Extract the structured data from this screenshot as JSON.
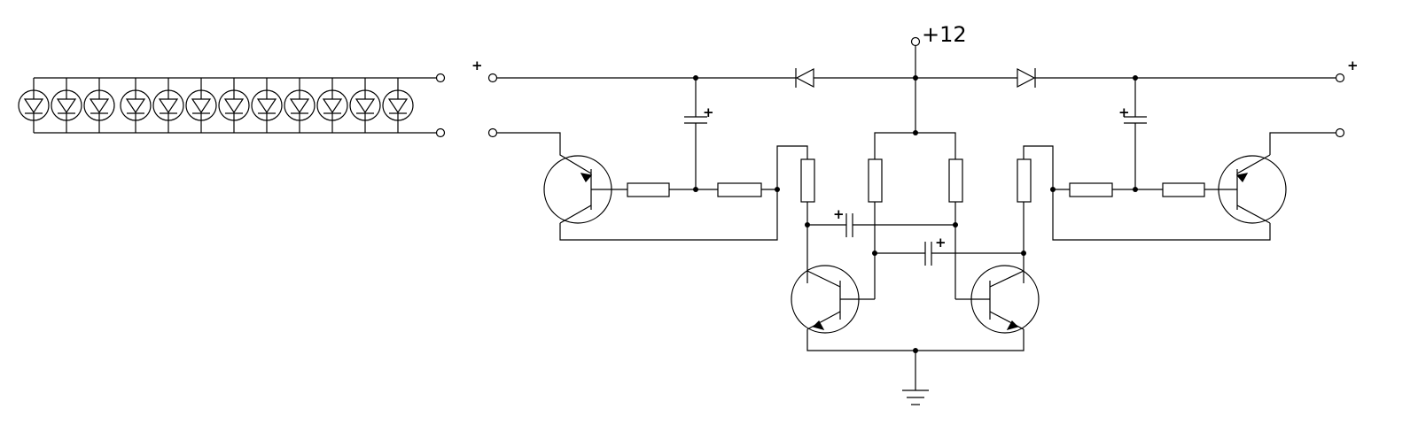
{
  "labels": {
    "supply": "+12",
    "plus_in": "+",
    "plus_out": "+",
    "cap_plus": "+"
  },
  "colors": {
    "ink": "#000000",
    "background": "#ffffff"
  },
  "components": {
    "led_count": 12,
    "led_group_split": 3,
    "transistors": 4,
    "resistors": 8,
    "capacitors": 4,
    "diodes": 2
  }
}
